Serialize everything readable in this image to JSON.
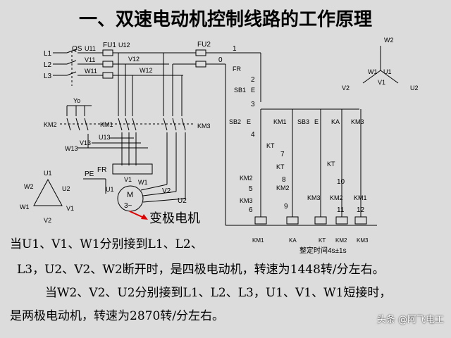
{
  "title": "一、双速电动机控制线路的工作原理",
  "labels": {
    "qs": "QS",
    "fu1": "FU1",
    "fu2": "FU2",
    "l1": "L1",
    "l2": "L2",
    "l3": "L3",
    "u11": "U11",
    "v11": "V11",
    "w11": "W11",
    "u12": "U12",
    "v12": "V12",
    "w12": "W12",
    "yo": "Yo",
    "km2a": "KM2",
    "km1a": "KM1",
    "km3a": "KM3",
    "w13": "W13",
    "v13": "V13",
    "u13": "U13",
    "fr": "FR",
    "pe": "PE",
    "u1": "U1",
    "v1": "V1",
    "w1": "W1",
    "v2": "V2",
    "u2": "U2",
    "m": "M",
    "m3": "3~",
    "n1": "1",
    "n0": "0",
    "n2": "2",
    "n3": "3",
    "n4": "4",
    "n5": "5",
    "n6": "6",
    "n7": "7",
    "n8": "8",
    "n9": "9",
    "n10": "10",
    "n11": "11",
    "n12": "12",
    "fr2": "FR",
    "sb1": "SB1",
    "sb2": "SB2",
    "sb3": "SB3",
    "km1b": "KM1",
    "ka": "KA",
    "km3b": "KM3",
    "kt1": "KT",
    "kt2": "KT",
    "kt3": "KT",
    "km2b": "KM2",
    "km3c": "KM3",
    "km2c": "KM2",
    "km3d": "KM3",
    "km2d": "KM2",
    "km1c": "KM1",
    "coil_km1": "KM1",
    "coil_ka": "KA",
    "coil_kt": "KT",
    "coil_km2": "KM2",
    "coil_km3": "KM3",
    "timing": "整定时间4s±1s",
    "dw2": "W2",
    "du1": "U1",
    "dw1": "W1",
    "dv2": "V2",
    "dv1": "V1",
    "du2": "U2",
    "tu1": "U1",
    "tw2": "W2",
    "tu2": "U2",
    "tw1": "W1",
    "tv1": "V1",
    "tv2": "V2",
    "motor_note": "变极电机",
    "e1": "E",
    "e2": "E",
    "e3": "E"
  },
  "paragraph": {
    "line1": "当U1、V1、W1分别接到L1、L2、",
    "line2": "L3，U2、V2、W2断开时，是四极电动机，转速为1448转/分左右。",
    "line3": "当W2、V2、U2分别接到L1、L2、L3，U1、V1、W1短接时，",
    "line4": "是两极电动机，转速为2870转/分左右。"
  },
  "watermark": "头条 @阿飞电工",
  "colors": {
    "background": "#dcdcdc",
    "arrow": "#e00000",
    "line": "#000000"
  }
}
